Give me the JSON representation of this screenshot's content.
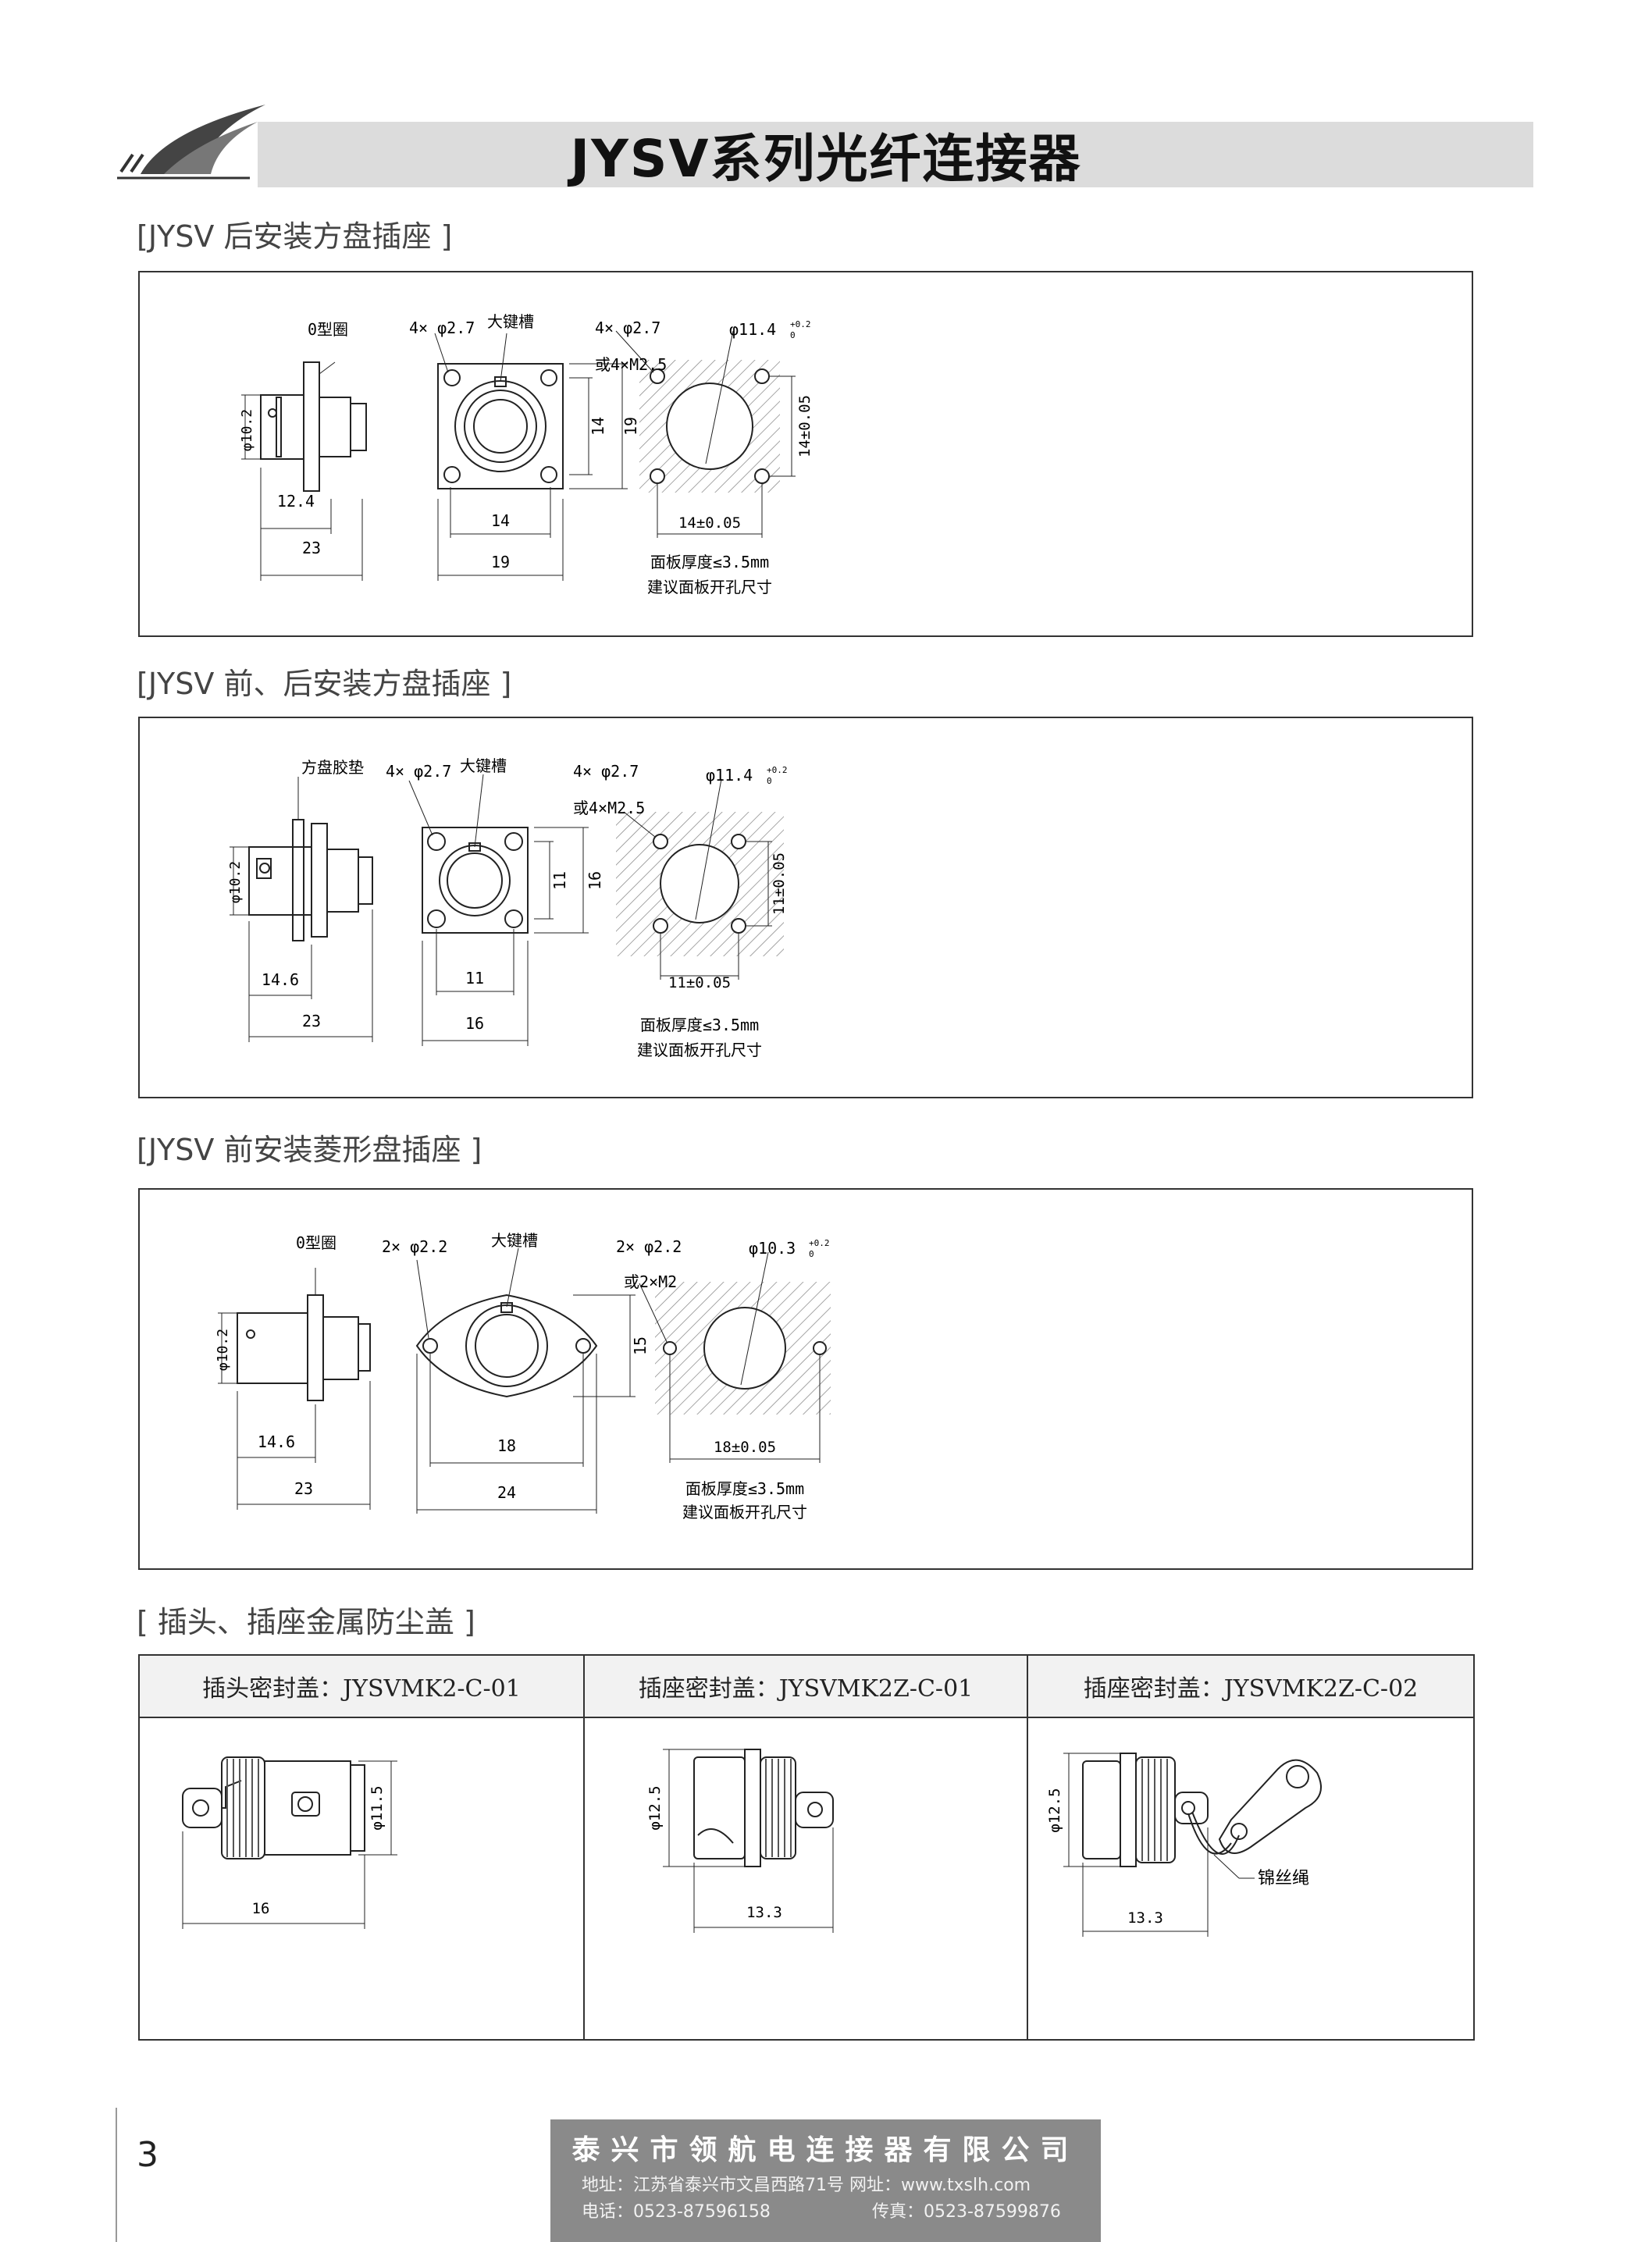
{
  "header": {
    "title": "JYSV系列光纤连接器"
  },
  "sections": [
    {
      "label": "[JYSV 后安装方盘插座 ]",
      "labels": {
        "oring": "0型圈",
        "holes": "4× φ2.7",
        "keyway": "大键槽",
        "holes2": "4× φ2.7",
        "alt": "或4×M2.5",
        "bore": "φ11.4",
        "bore_tol_top": "+0.2",
        "bore_tol_bot": "0",
        "d1": "φ10.2",
        "l1": "12.4",
        "l2": "23",
        "w_in": "14",
        "w_out": "19",
        "h_in": "14",
        "h_out": "19",
        "cut_h": "14±0.05",
        "cut_w": "14±0.05",
        "note1": "面板厚度≤3.5mm",
        "note2": "建议面板开孔尺寸"
      }
    },
    {
      "label": "[JYSV 前、后安装方盘插座 ]",
      "labels": {
        "gasket": "方盘胶垫",
        "holes": "4× φ2.7",
        "keyway": "大键槽",
        "holes2": "4× φ2.7",
        "alt": "或4×M2.5",
        "bore": "φ11.4",
        "bore_tol_top": "+0.2",
        "bore_tol_bot": "0",
        "d1": "φ10.2",
        "l1": "14.6",
        "l2": "23",
        "w_in": "11",
        "w_out": "16",
        "h_in": "11",
        "h_out": "16",
        "cut_h": "11±0.05",
        "cut_w": "11±0.05",
        "note1": "面板厚度≤3.5mm",
        "note2": "建议面板开孔尺寸"
      }
    },
    {
      "label": "[JYSV 前安装菱形盘插座 ]",
      "labels": {
        "oring": "0型圈",
        "holes": "2× φ2.2",
        "keyway": "大键槽",
        "holes2": "2× φ2.2",
        "alt": "或2×M2",
        "bore": "φ10.3",
        "bore_tol_top": "+0.2",
        "bore_tol_bot": "0",
        "d1": "φ10.2",
        "l1": "14.6",
        "l2": "23",
        "w_in": "18",
        "w_out": "24",
        "h": "15",
        "cut_w": "18±0.05",
        "note1": "面板厚度≤3.5mm",
        "note2": "建议面板开孔尺寸"
      }
    }
  ],
  "covers": {
    "label": "[ 插头、插座金属防尘盖 ]",
    "columns": [
      {
        "header": "插头密封盖：JYSVMK2-C-01",
        "dia": "φ11.5",
        "len": "16"
      },
      {
        "header": "插座密封盖：JYSVMK2Z-C-01",
        "dia": "φ12.5",
        "len": "13.3"
      },
      {
        "header": "插座密封盖：JYSVMK2Z-C-02",
        "dia": "φ12.5",
        "len": "13.3",
        "rope": "锦丝绳"
      }
    ]
  },
  "footer": {
    "company": "泰兴市领航电连接器有限公司",
    "address": "地址：江苏省泰兴市文昌西路71号  网址：www.txslh.com",
    "phone": "电话：0523-87596158",
    "fax": "传真：0523-87599876",
    "page": "3"
  }
}
